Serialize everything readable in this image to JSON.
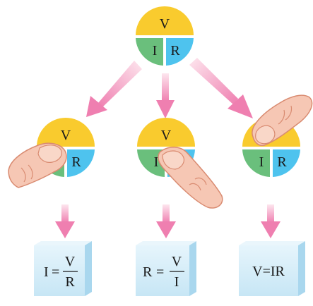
{
  "colors": {
    "top_quadrant": "#F9CB2E",
    "left_quadrant": "#6ABF7C",
    "right_quadrant": "#4EC3EE",
    "arrow_light": "#FDE6EE",
    "arrow_dark": "#EF7FB0",
    "finger_fill": "#F6C7B4",
    "finger_stroke": "#D98B71",
    "card_face": "#D8EFF9",
    "card_side": "#A9D7EE"
  },
  "triangle": {
    "top_letter": "V",
    "left_letter": "I",
    "right_letter": "R"
  },
  "formulas": {
    "current": {
      "lhs": "I",
      "eq": "=",
      "num": "V",
      "den": "R"
    },
    "resistance": {
      "lhs": "R",
      "eq": "=",
      "num": "V",
      "den": "I"
    },
    "voltage": {
      "text": "V=IR"
    }
  },
  "covered_letter": {
    "current": "I",
    "resistance": "R",
    "voltage": "V"
  }
}
